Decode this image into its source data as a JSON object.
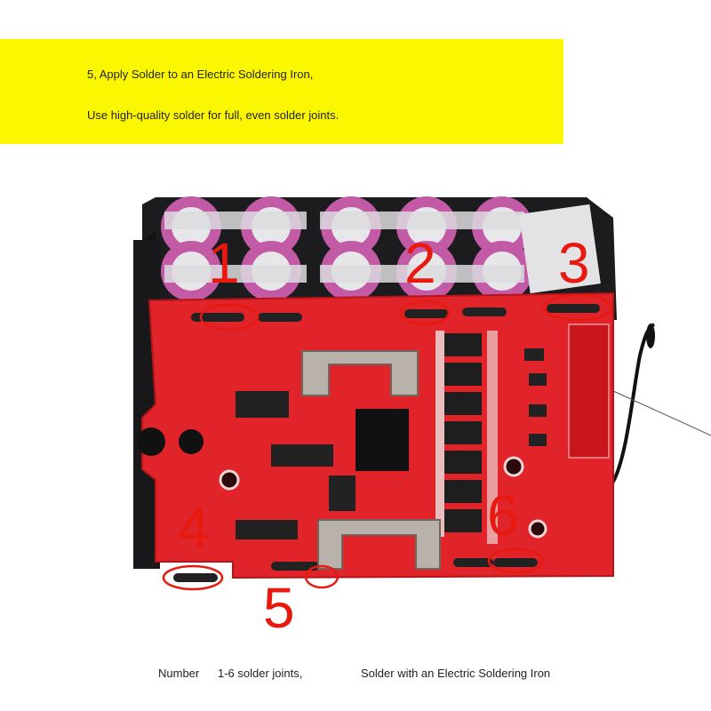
{
  "banner": {
    "line1": "5, Apply Solder to an Electric Soldering Iron,",
    "line2": "Use high-quality solder for full, even solder joints."
  },
  "caption": {
    "part_a": "Number",
    "part_b": "1-6 solder joints,",
    "part_c": "Solder with an Electric Soldering Iron"
  },
  "joint_labels": [
    "1",
    "2",
    "3",
    "4",
    "5",
    "6"
  ],
  "colors": {
    "banner": "#fbf700",
    "pcb": "#e0242a",
    "annotation": "#e8190f",
    "housing": "#1c1c1e"
  }
}
